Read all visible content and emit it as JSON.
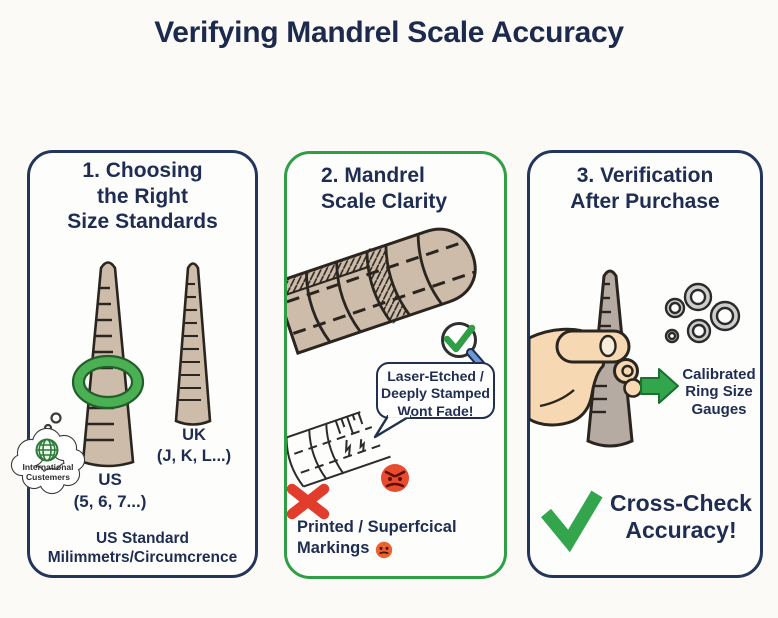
{
  "title": "Verifying Mandrel Scale Accuracy",
  "colors": {
    "navy_text": "#1f2d52",
    "navy_border": "#24355c",
    "green_border": "#2f9e44",
    "ring_green": "#4bb054",
    "mandrel_tan": "#cdbcaa",
    "mandrel_gray": "#b6aba2",
    "skin": "#f6d8b2",
    "x_red": "#e23c2c",
    "angry_emoji_red": "#e84b2e",
    "annoyed_emoji_orange": "#e8632f",
    "magnifier_handle_blue": "#6b99d8"
  },
  "icons": {
    "globe": "globe-icon",
    "thought_bubble": "thought-bubble-icon",
    "magnifier_check": "magnifier-check-icon",
    "x_mark": "x-mark-icon",
    "angry_face": "angry-emoji-icon",
    "annoyed_face": "annoyed-emoji-icon",
    "right_arrow": "right-arrow-icon",
    "check_mark": "check-mark-icon"
  },
  "panels": {
    "size_standards": {
      "title_lines": [
        "1. Choosing",
        "the Right",
        "Size Standards"
      ],
      "thought_bubble_lines": [
        "International",
        "Custemers"
      ],
      "us_label": "US",
      "us_sizes": "(5, 6, 7...)",
      "uk_label": "UK",
      "uk_sizes": "(J, K, L...)",
      "footer_lines": [
        "US Standard",
        "Milimmetrs/Circumcrence"
      ]
    },
    "scale_clarity": {
      "title_lines": [
        "2. Mandrel",
        "Scale Clarity"
      ],
      "speech_bubble_lines": [
        "Laser-Etched /",
        "Deeply Stamped",
        "Wont Fade!"
      ],
      "caption_lines": [
        "Printed / Superfcical",
        "Markings"
      ]
    },
    "verification": {
      "title_lines": [
        "3. Verification",
        "After Purchase"
      ],
      "arrow_label_lines": [
        "Calibrated",
        "Ring Size",
        "Gauges"
      ],
      "check_label_lines": [
        "Cross-Check",
        "Accuracy!"
      ]
    }
  }
}
